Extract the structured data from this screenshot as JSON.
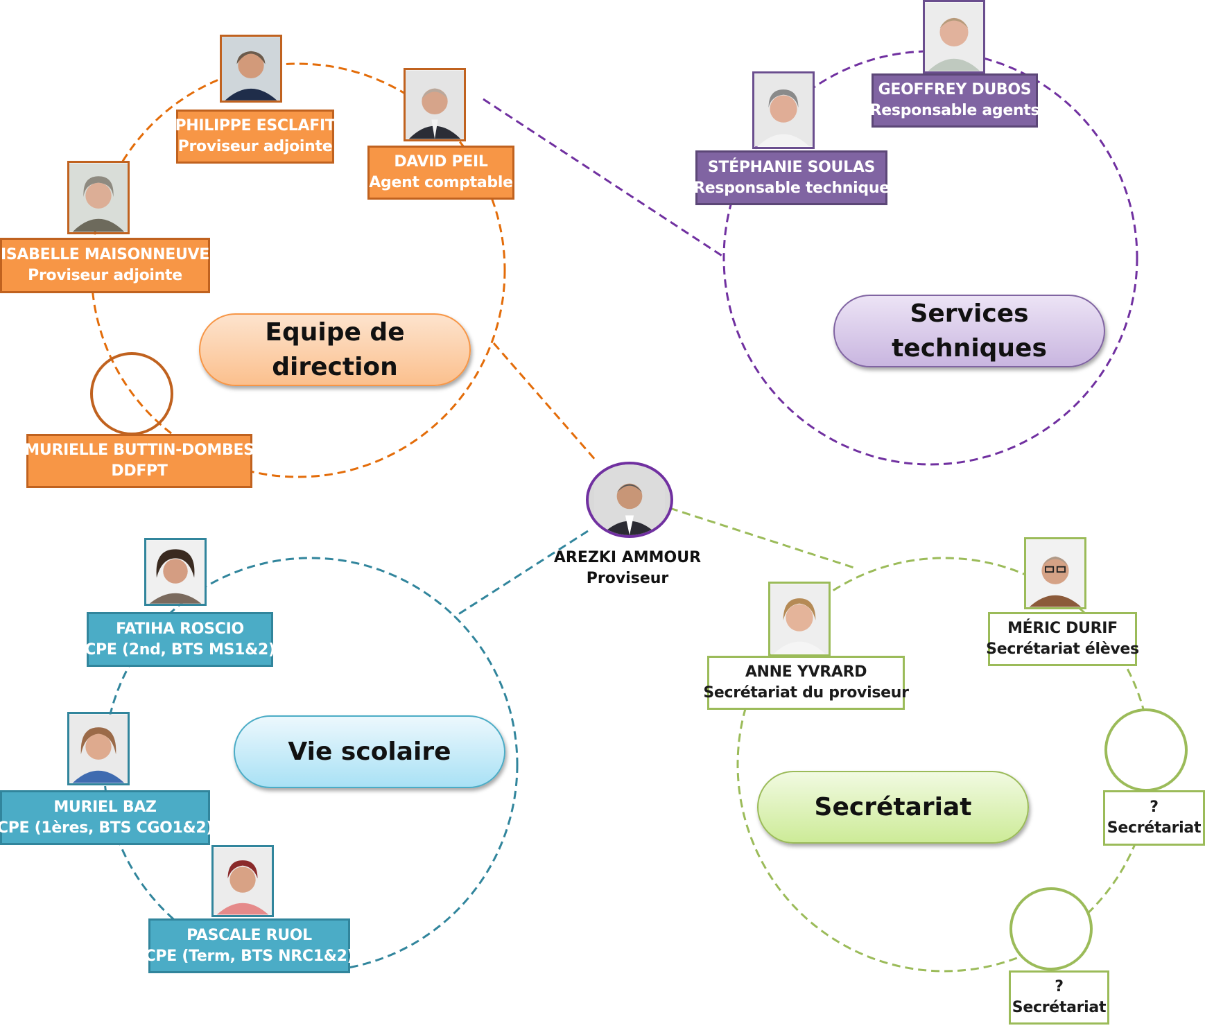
{
  "principal": {
    "name": "AREZKI AMMOUR",
    "role": "Proviseur"
  },
  "groups": {
    "direction": {
      "title_line1": "Equipe de",
      "title_line2": "direction",
      "color": "#f79646",
      "members": [
        {
          "name": "PHILIPPE ESCLAFIT",
          "role": "Proviseur adjointe"
        },
        {
          "name": "DAVID PEIL",
          "role": "Agent comptable"
        },
        {
          "name": "ISABELLE MAISONNEUVE",
          "role": "Proviseur adjointe"
        },
        {
          "name": "MURIELLE BUTTIN-DOMBES",
          "role": "DDFPT"
        }
      ]
    },
    "technique": {
      "title": "Services techniques",
      "color": "#8064a2",
      "members": [
        {
          "name": "GEOFFREY DUBOS",
          "role": "Responsable agents"
        },
        {
          "name": "STÉPHANIE SOULAS",
          "role": "Responsable technique"
        }
      ]
    },
    "vie_scolaire": {
      "title": "Vie scolaire",
      "color": "#4bacc6",
      "members": [
        {
          "name": "FATIHA ROSCIO",
          "role": "CPE (2nd, BTS MS1&2)"
        },
        {
          "name": "MURIEL BAZ",
          "role": "CPE (1ères, BTS CGO1&2)"
        },
        {
          "name": "PASCALE RUOL",
          "role": "CPE (Term, BTS NRC1&2)"
        }
      ]
    },
    "secretariat": {
      "title": "Secrétariat",
      "color": "#9bbb59",
      "members": [
        {
          "name": "ANNE YVRARD",
          "role": "Secrétariat du proviseur"
        },
        {
          "name": "MÉRIC DURIF",
          "role": "Secrétariat élèves"
        },
        {
          "name": "?",
          "role": "Secrétariat"
        },
        {
          "name": "?",
          "role": "Secrétariat"
        }
      ]
    }
  }
}
